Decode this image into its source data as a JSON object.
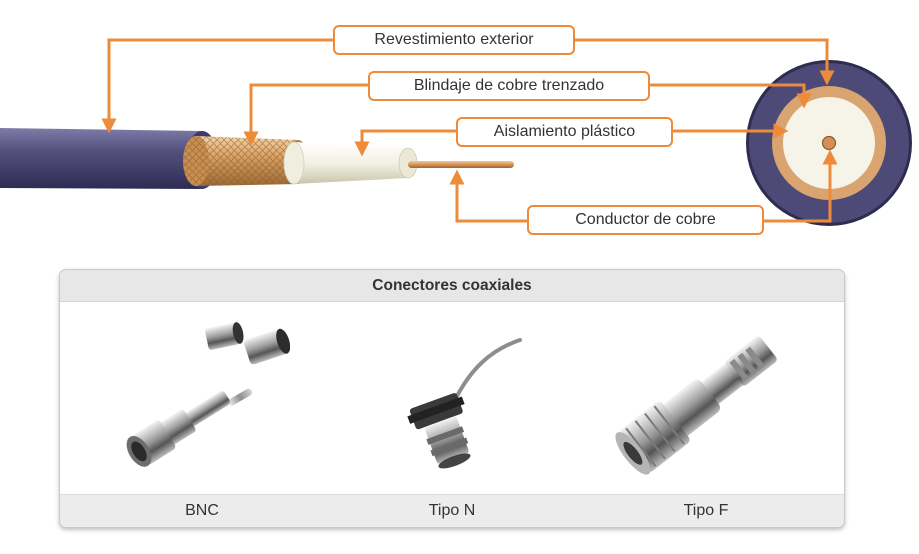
{
  "callouts": {
    "outer_jacket": "Revestimiento exterior",
    "braided_shield": "Blindaje de cobre trenzado",
    "plastic_insulation": "Aislamiento plástico",
    "copper_conductor": "Conductor de cobre"
  },
  "connectors_panel": {
    "title": "Conectores coaxiales",
    "items": [
      {
        "label": "BNC",
        "icon": "bnc-connector-icon"
      },
      {
        "label": "Tipo N",
        "icon": "type-n-connector-icon"
      },
      {
        "label": "Tipo F",
        "icon": "type-f-connector-icon"
      }
    ]
  },
  "colors": {
    "accent": "#ee8b3a",
    "jacket": "#4d4a7a",
    "copper": "#d7a068",
    "insulation": "#f2f1e4"
  }
}
